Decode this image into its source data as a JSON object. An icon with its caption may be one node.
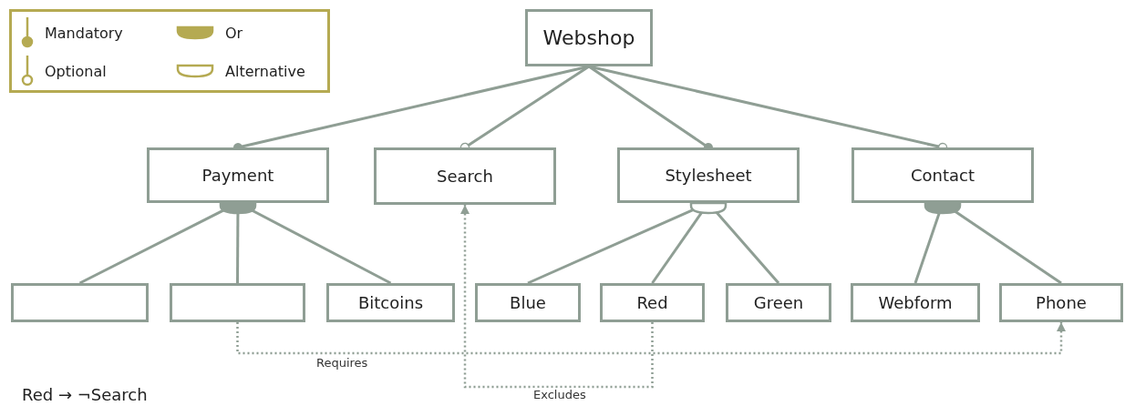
{
  "diagram": {
    "nodes": [
      {
        "text": [
          "Webshop"
        ]
      },
      {
        "text": [
          "Payment"
        ]
      },
      {
        "text": [
          "Search"
        ]
      },
      {
        "text": [
          "Stylesheet"
        ]
      },
      {
        "text": [
          "Contact"
        ]
      },
      {
        "text": [],
        "shape": "box"
      },
      {
        "text": [],
        "shape": "box"
      },
      {
        "text": [
          "Bitcoins"
        ]
      },
      {
        "text": [
          "Blue"
        ]
      },
      {
        "text": [
          "Red"
        ]
      },
      {
        "text": [
          "Green"
        ]
      },
      {
        "text": [
          "Webform"
        ]
      },
      {
        "text": [
          "Phone"
        ]
      }
    ],
    "edges": [
      {
        "from": 0,
        "to": 1,
        "arrow": "other"
      },
      {
        "from": 0,
        "to": 2,
        "arrow": "other"
      },
      {
        "from": 0,
        "to": 3,
        "arrow": "other"
      },
      {
        "from": 0,
        "to": 4,
        "arrow": "other"
      },
      {
        "from": 1,
        "to": 5,
        "arrow": "none"
      },
      {
        "from": 1,
        "to": 6,
        "arrow": "none"
      },
      {
        "from": 1,
        "to": 7,
        "arrow": "none"
      },
      {
        "from": 3,
        "to": 8,
        "arrow": "none"
      },
      {
        "from": 3,
        "to": 9,
        "arrow": "none"
      },
      {
        "from": 3,
        "to": 10,
        "arrow": "none"
      },
      {
        "from": 4,
        "to": 11,
        "arrow": "none"
      },
      {
        "from": 4,
        "to": 12,
        "arrow": "none"
      },
      {
        "from": 6,
        "to": 12,
        "arrow": "to",
        "label": "Requires",
        "style": "dashed"
      },
      {
        "from": 9,
        "to": 2,
        "arrow": "to",
        "label": "Excludes",
        "style": "dashed"
      }
    ],
    "labels": [
      "Red → ¬Search"
    ],
    "legend": [
      {
        "text": "Mandatory"
      },
      {
        "text": "Or"
      },
      {
        "text": "Optional"
      },
      {
        "text": "Alternative"
      }
    ]
  }
}
